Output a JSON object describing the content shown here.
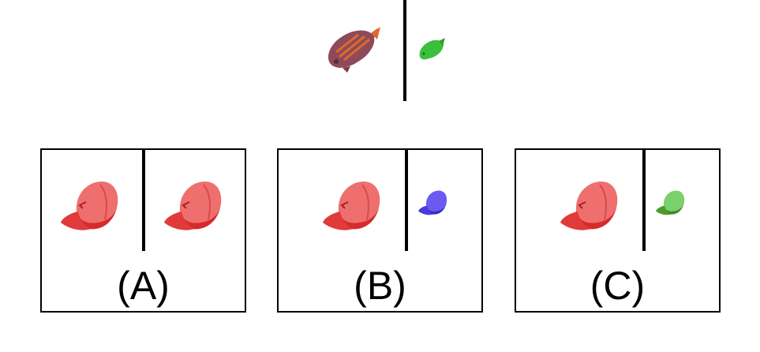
{
  "stimulus": {
    "left_item": {
      "icon": "fish-icon",
      "color": "#8e4a5a",
      "accent": "#e06a2a"
    },
    "right_item": {
      "icon": "fish-icon",
      "color": "#3cbf3c"
    }
  },
  "options": [
    {
      "label": "(A)",
      "left_item": {
        "icon": "cap-icon",
        "color": "#e03a3a"
      },
      "right_item": {
        "icon": "cap-icon",
        "color": "#e03a3a"
      }
    },
    {
      "label": "(B)",
      "left_item": {
        "icon": "cap-icon",
        "color": "#e03a3a"
      },
      "right_item": {
        "icon": "cap-icon",
        "color": "#4a3ad8"
      }
    },
    {
      "label": "(C)",
      "left_item": {
        "icon": "cap-icon",
        "color": "#e03a3a"
      },
      "right_item": {
        "icon": "cap-icon",
        "color": "#4f9a2a"
      }
    }
  ]
}
